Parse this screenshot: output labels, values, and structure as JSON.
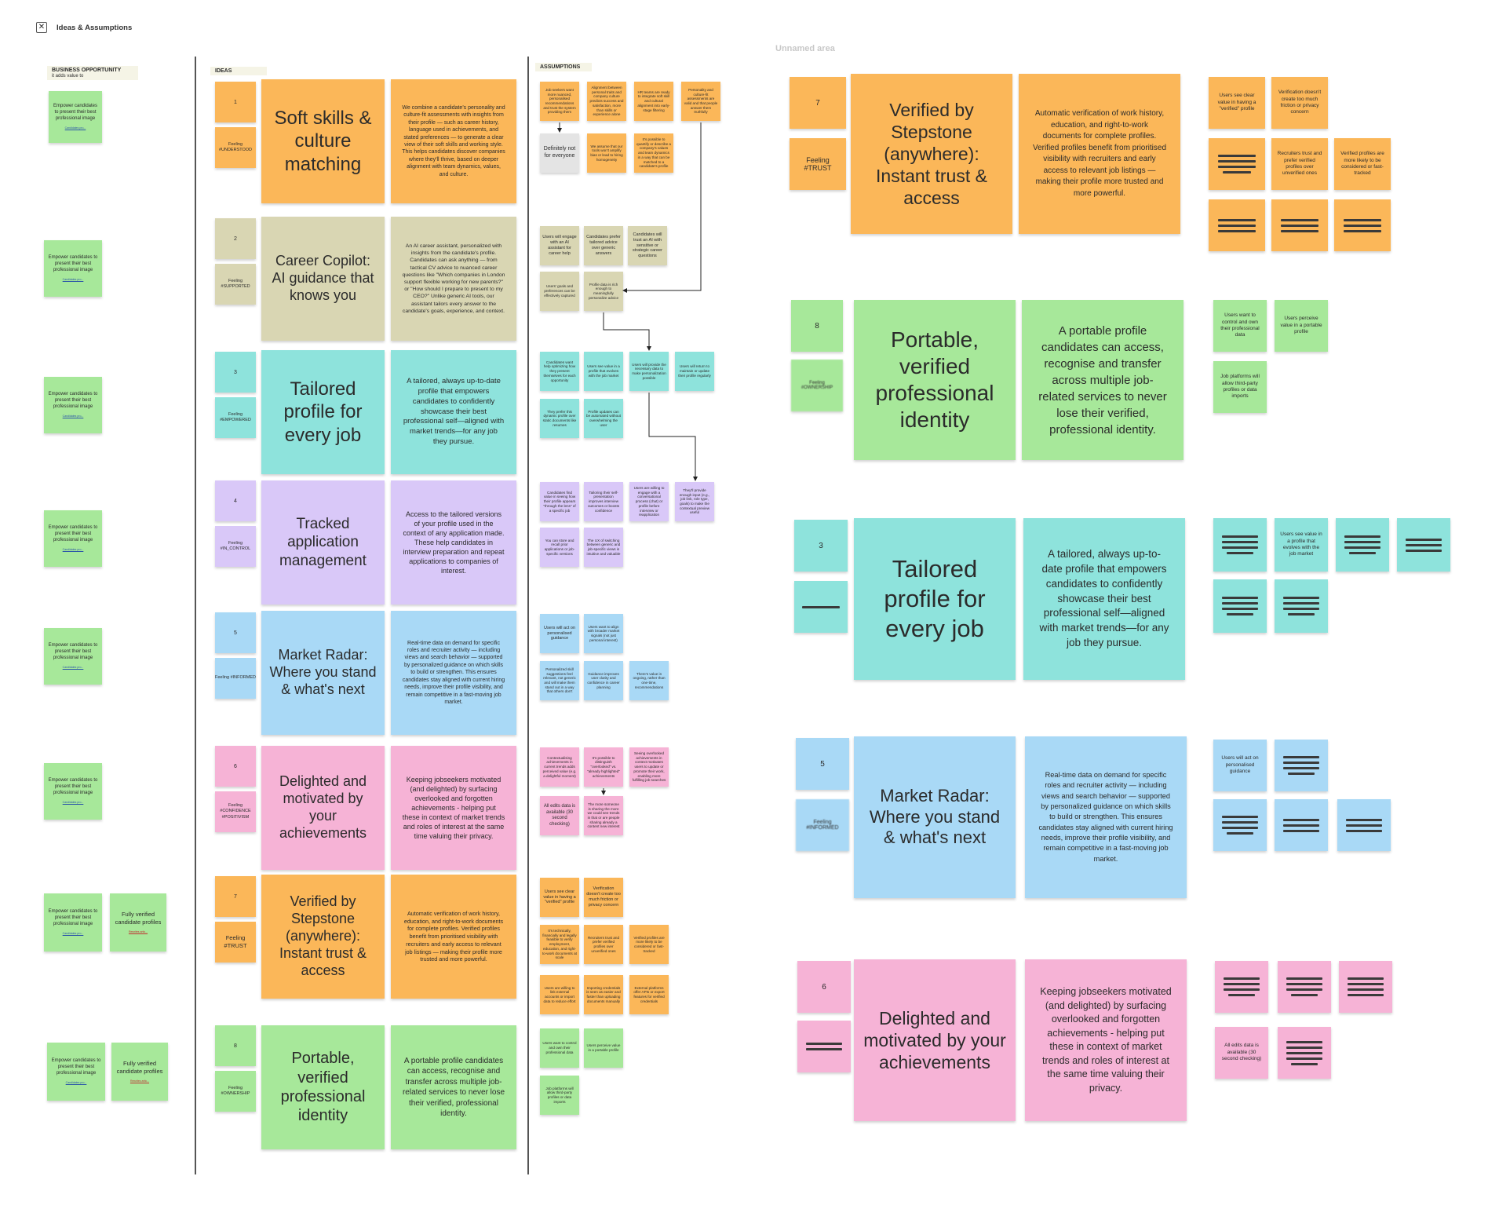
{
  "header": {
    "title": "Ideas & Assumptions",
    "close_icon": "close-icon"
  },
  "section_labels": {
    "opportunity": "BUSINESS OPPORTUNITY",
    "opportunity_sub": "it adds value to",
    "ideas": "IDEAS",
    "assumptions": "ASSUMPTIONS",
    "unnamed_area": "Unnamed area"
  },
  "opportunities": {
    "text": "Empower candidates to present their best professional image",
    "tag": "Candidates pro...",
    "verified": "Fully verified candidate profiles",
    "verified_tag": "Rewrites artic..."
  },
  "ideas": [
    {
      "num": "1",
      "feeling": "Feeling #UNDERSTOOD",
      "title": "Soft skills & culture matching",
      "desc": "We combine a candidate's personality and culture-fit assessments with insights from their profile — such as career history, language used in achievements, and stated preferences — to generate a clear view of their soft skills and working style. This helps candidates discover companies where they'll thrive, based on deeper alignment with team dynamics, values, and culture."
    },
    {
      "num": "2",
      "feeling": "Feeling #SUPPORTED",
      "title": "Career Copilot: AI guidance that knows you",
      "desc": "An AI career assistant, personalized with insights from the candidate's profile. Candidates can ask anything — from tactical CV advice to nuanced career questions like \"Which companies in London support flexible working for new parents?\" or \"How should I prepare to present to my CEO?\" Unlike generic AI tools, our assistant tailors every answer to the candidate's goals, experience, and context."
    },
    {
      "num": "3",
      "feeling": "Feeling #EMPOWERED",
      "title": "Tailored profile for every job",
      "desc": "A tailored, always up-to-date profile that empowers candidates to confidently showcase their best professional self—aligned with market trends—for any job they pursue."
    },
    {
      "num": "4",
      "feeling": "Feeling #IN_CONTROL",
      "title": "Tracked application management",
      "desc": "Access to the tailored versions of your profile used in the context of any application made. These help candidates in interview preparation and repeat applications to companies of interest."
    },
    {
      "num": "5",
      "feeling": "Feeling #INFORMED",
      "title": "Market Radar: Where you stand & what's next",
      "desc": "Real-time data on demand for specific roles and recruiter activity — including views and search behavior — supported by personalized guidance on which skills to build or strengthen. This ensures candidates stay aligned with current hiring needs, improve their profile visibility, and remain competitive in a fast-moving job market."
    },
    {
      "num": "6",
      "feeling": "Feeling #CONFIDENCE #POSITIVISM",
      "title": "Delighted and motivated by your achievements",
      "desc": "Keeping jobseekers motivated (and delighted) by surfacing overlooked and forgotten achievements - helping put these in context of market trends and roles of interest at the same time valuing their privacy."
    },
    {
      "num": "7",
      "feeling": "Feeling #TRUST",
      "title": "Verified by Stepstone (anywhere): Instant trust & access",
      "desc": "Automatic verification of work history, education, and right-to-work documents for complete profiles. Verified profiles benefit from prioritised visibility with recruiters and early access to relevant job listings — making their profile more trusted and more powerful."
    },
    {
      "num": "8",
      "feeling": "Feeling #OWNERSHIP",
      "title": "Portable, verified professional identity",
      "desc": "A portable profile candidates can access, recognise and transfer across multiple job-related services to never lose their verified, professional identity."
    }
  ],
  "assumptions": {
    "r1": [
      "Job seekers want more nuanced, personalised recommendations and trust the system providing them",
      "Alignment between personal traits and company culture predicts success and satisfaction, more than skills or experience alone",
      "HR teams are ready to integrate soft skill and cultural alignment into early-stage filtering",
      "Personality and culture-fit assessments are valid and that people answer them truthfully",
      "Definitely not for everyone",
      "We assume that our tools won't amplify bias or lead to hiring homogeneity",
      "It's possible to quantify or describe a company's values and team dynamics in a way that can be matched to a candidate's profile"
    ],
    "r2": [
      "Users will engage with an AI assistant for career help",
      "Candidates prefer tailored advice over generic answers",
      "Candidates will trust an AI with sensitive or strategic career questions",
      "Users' goals and preferences can be effectively captured",
      "Profile data is rich enough to meaningfully personalize advice"
    ],
    "r3": [
      "Candidates want help optimizing how they present themselves for each opportunity",
      "Users see value in a profile that evolves with the job market",
      "Users will provide the necessary data to make personalization possible",
      "Users will return to maintain or update their profile regularly",
      "They prefer this dynamic profile over static documents like resumes",
      "Profile updates can be automated without overwhelming the user"
    ],
    "r4": [
      "Candidates find value in seeing how their profile appears \"through the lens\" of a specific job",
      "Tailoring their self-presentation improves interview outcomes or boosts confidence",
      "Users are willing to engage with a conversational process (chat) or profile before interview or reapplication",
      "They'll provide enough input (e.g., job link, role type, goals) to make the contextual preview useful",
      "You can store and recall prior applications or job-specific versions",
      "The UX of switching between generic and job-specific views is intuitive and valuable"
    ],
    "r5": [
      "Users will act on personalised guidance",
      "Users want to align with broader market signals (not just personal interest)",
      "Personalized skill suggestions feel relevant, not generic and will make them stand out in a way that others don't",
      "Guidance improves user clarity and confidence in career planning",
      "There's value in ongoing, rather than one-time, recommendations"
    ],
    "r6": [
      "Contextualising achievements in current trends adds perceived value (e.g. a delightful moment)",
      "It's possible to distinguish \"overlooked\" vs. \"already highlighted\" achievements",
      "Seeing overlooked achievements in context motivates users to update or promote their work, enabling more fulfilling job searches",
      "All edits data is available (30 second checking)",
      "The more someone is sharing the more we could see trends in that or are people sharing already a content new interest"
    ],
    "r7": [
      "Users see clear value in having a \"verified\" profile",
      "Verification doesn't create too much friction or privacy concern",
      "It's technically, financially and legally feasible to verify employment, education, and right-to-work documents at scale",
      "Recruiters trust and prefer verified profiles over unverified ones",
      "Verified profiles are more likely to be considered or fast-tracked",
      "Users are willing to link external accounts or import data to reduce effort",
      "Importing credentials is seen as easier and faster than uploading documents manually",
      "External platforms offer APIs or export features for verified credentials"
    ],
    "r8": [
      "Users want to control and own their professional data",
      "Users perceive value in a portable profile",
      "Job platforms will allow third-party profiles or data imports"
    ]
  },
  "zoom": {
    "r7_notes": [
      "Users see clear value in having a \"verified\" profile",
      "Verification doesn't create too much friction or privacy concern",
      "Recruiters trust and prefer verified profiles over unverified ones",
      "Verified profiles are more likely to be considered or fast-tracked"
    ],
    "r8_notes": [
      "Users want to control and own their professional data",
      "Users perceive value in a portable profile",
      "Job platforms will allow third-party profiles or data imports"
    ],
    "r3_notes": [
      "Users see value in a profile that evolves with the job market"
    ],
    "r5_notes": [
      "Users will act on personalised guidance"
    ],
    "r6_notes": [
      "All edits data is available (30 second checking)"
    ]
  }
}
